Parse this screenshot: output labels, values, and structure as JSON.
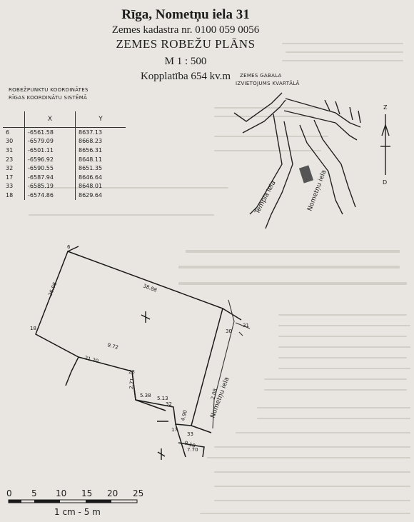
{
  "header": {
    "title": "Rīga, Nometņu iela 31",
    "cadastre": "Zemes kadastra nr. 0100 059 0056",
    "plan_name": "ZEMES ROBEŽU PLĀNS",
    "scale": "M 1 : 500",
    "area": "Kopplatība 654 kv.m"
  },
  "coords": {
    "heading_line1": "ROBEŽPUNKTU KOORDINĀTES",
    "heading_line2": "RĪGAS KOORDINĀTU SISTĒMĀ",
    "col_x": "X",
    "col_y": "Y",
    "rows": [
      {
        "pt": "6",
        "x": "-6561.58",
        "y": "8637.13"
      },
      {
        "pt": "30",
        "x": "-6579.09",
        "y": "8668.23"
      },
      {
        "pt": "31",
        "x": "-6501.11",
        "y": "8656.31"
      },
      {
        "pt": "23",
        "x": "-6596.92",
        "y": "8648.11"
      },
      {
        "pt": "32",
        "x": "-6590.55",
        "y": "8651.35"
      },
      {
        "pt": "17",
        "x": "-6587.94",
        "y": "8646.64"
      },
      {
        "pt": "33",
        "x": "-6585.19",
        "y": "8648.01"
      },
      {
        "pt": "18",
        "x": "-6574.86",
        "y": "8629.64"
      }
    ]
  },
  "inset": {
    "heading_line1": "ZEMES GABALA",
    "heading_line2": "IZVIETOJUMS KVARTĀLĀ",
    "street1": "Templa iela",
    "street2": "Nometņu iela",
    "north": "Z",
    "south": "D"
  },
  "plan": {
    "points": [
      "6",
      "30",
      "31",
      "18",
      "23",
      "32",
      "17",
      "33"
    ],
    "dimensions": [
      "38.88",
      "26.08",
      "21.20",
      "9.72",
      "2.71",
      "5.38",
      "5.13",
      "9.10",
      "7.70",
      "2.08",
      "4.90"
    ],
    "street": "Nometņu iela"
  },
  "scale_bar": {
    "ticks": [
      "0",
      "5",
      "10",
      "15",
      "20",
      "25"
    ],
    "label": "1 cm - 5 m"
  }
}
